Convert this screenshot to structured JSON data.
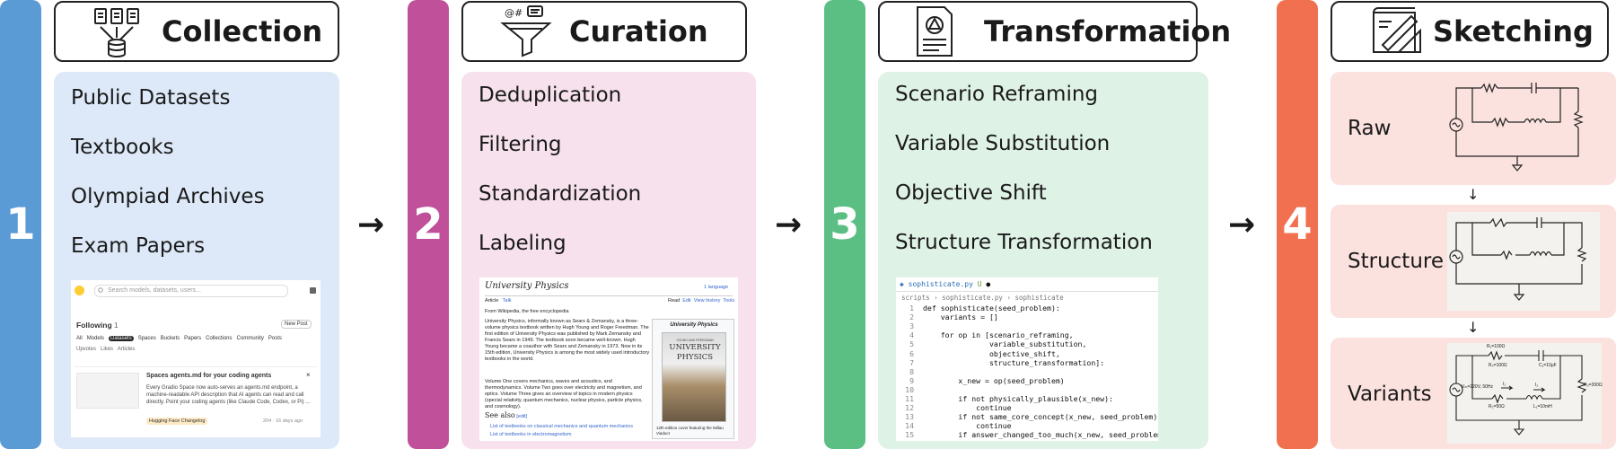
{
  "colors": {
    "step1": "#5b9bd5",
    "step2": "#c0509a",
    "step3": "#5bbf84",
    "step4": "#f07050",
    "panel1": "#dde9f8",
    "panel2": "#f6e1ec",
    "panel3": "#dff2e6",
    "panel4": "#fbe2de"
  },
  "steps": [
    {
      "number": "1",
      "title": "Collection",
      "icon": "database-documents-icon",
      "items": [
        "Public Datasets",
        "Textbooks",
        "Olympiad Archives",
        "Exam Papers"
      ]
    },
    {
      "number": "2",
      "title": "Curation",
      "icon": "funnel-filter-icon",
      "items": [
        "Deduplication",
        "Filtering",
        "Standardization",
        "Labeling"
      ]
    },
    {
      "number": "3",
      "title": "Transformation",
      "icon": "document-transform-icon",
      "items": [
        "Scenario Reframing",
        "Variable Substitution",
        "Objective Shift",
        "Structure Transformation"
      ]
    },
    {
      "number": "4",
      "title": "Sketching",
      "icon": "blueprint-sketch-icon",
      "stages": [
        "Raw",
        "Structure",
        "Variants"
      ]
    }
  ],
  "arrow": "→",
  "down_arrow": "↓",
  "hf": {
    "search_placeholder": "Search models, datasets, users...",
    "following": "Following",
    "following_count": "1",
    "new_post": "New Post",
    "filters": [
      "All",
      "Models",
      "Datasets",
      "Spaces",
      "Buckets",
      "Papers",
      "Collections",
      "Community",
      "Posts"
    ],
    "filters2": [
      "Upvotes",
      "Likes",
      "Articles"
    ],
    "post_title": "Spaces agents.md for your coding agents",
    "post_body": "Every Gradio Space now auto-serves an agents.md endpoint, a machine-readable API description that AI agents can read and call directly. Point your coding agents (like Claude Code, Codex, or Pi) ...",
    "post_tag": "Hugging Face Changelog",
    "post_meta": "204 · 16 days ago"
  },
  "wiki": {
    "title": "University Physics",
    "lang": "1 language",
    "tabs_left": [
      "Article",
      "Talk"
    ],
    "tabs_right": [
      "Read",
      "Edit",
      "View history",
      "Tools"
    ],
    "from": "From Wikipedia, the free encyclopedia",
    "para1": "University Physics, informally known as Sears & Zemansky, is a three-volume physics textbook written by Hugh Young and Roger Freedman. The first edition of University Physics was published by Mark Zemansky and Francis Sears in 1949. The textbook soon became well-known. Hugh Young became a coauthor with Sears and Zemansky in 1973. Now in its 15th edition, University Physics is among the most widely used introductory textbooks in the world.",
    "para2": "Volume One covers mechanics, waves and acoustics, and thermodynamics. Volume Two goes over electricity and magnetism, and optics. Volume Three gives an overview of topics in modern physics (special relativity, quantum mechanics, nuclear physics, particle physics, and cosmology).",
    "see_also": "See also",
    "see_edit": "[edit]",
    "links": [
      "List of textbooks on classical mechanics and quantum mechanics",
      "List of textbooks in electromagnetism"
    ],
    "infobox_title": "University Physics",
    "cover_authors": "YOUNG AND FREEDMAN",
    "cover_title1": "UNIVERSITY",
    "cover_title2": "PHYSICS",
    "caption": "12th edition cover featuring the Millau Viaduct"
  },
  "code": {
    "filename": "sophisticate.py",
    "file_status": "U",
    "breadcrumb": [
      "scripts",
      "sophisticate.py",
      "sophisticate"
    ],
    "lines": [
      "def sophisticate(seed_problem):",
      "    variants = []",
      "",
      "    for op in [scenario_reframing,",
      "               variable_substitution,",
      "               objective_shift,",
      "               structure_transformation]:",
      "",
      "        x_new = op(seed_problem)",
      "",
      "        if not physically_plausible(x_new):",
      "            continue",
      "        if not same_core_concept(x_new, seed_problem):",
      "            continue",
      "        if answer_changed_too_much(x_new, seed_problem):"
    ],
    "line_numbers": [
      "1",
      "2",
      "3",
      "4",
      "5",
      "6",
      "7",
      "8",
      "9",
      "10",
      "11",
      "12",
      "13",
      "14",
      "15"
    ]
  },
  "circuit_labels": {
    "r1": "R₁=100Ω",
    "r2": "R₂=50Ω",
    "r3": "R₃=200Ω",
    "rint": "R₄=100Ω",
    "c1": "C₁=10μF",
    "l1": "L₁=10mH",
    "vs": "Vₘ=220V, 50Hz",
    "i1": "I₁",
    "i2": "I₂"
  }
}
